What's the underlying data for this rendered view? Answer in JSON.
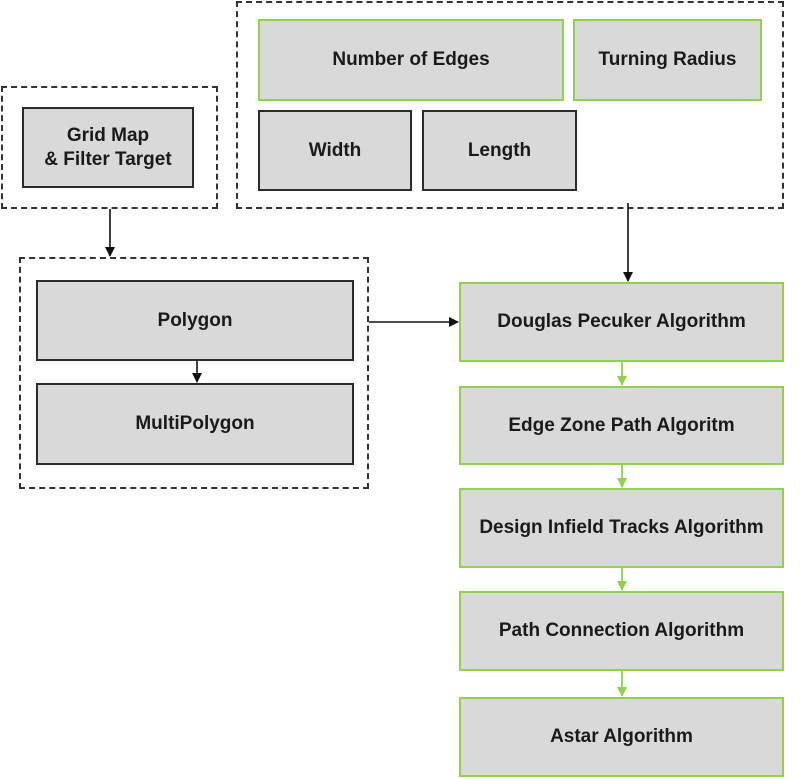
{
  "diagram": {
    "input_group": {
      "grid_map_line1": "Grid Map",
      "grid_map_line2": "& Filter Target"
    },
    "param_group": {
      "number_of_edges": "Number of Edges",
      "turning_radius": "Turning Radius",
      "width": "Width",
      "length": "Length"
    },
    "shape_group": {
      "polygon": "Polygon",
      "multipolygon": "MultiPolygon"
    },
    "pipeline": [
      "Douglas Pecuker Algorithm",
      "Edge Zone Path Algoritm",
      "Design Infield Tracks Algorithm",
      "Path Connection Algorithm",
      "Astar Algorithm"
    ]
  },
  "colors": {
    "box_fill": "#d9d9d9",
    "dark_border": "#2b2b2b",
    "green_border": "#92d050",
    "dashed_border": "#333333"
  }
}
